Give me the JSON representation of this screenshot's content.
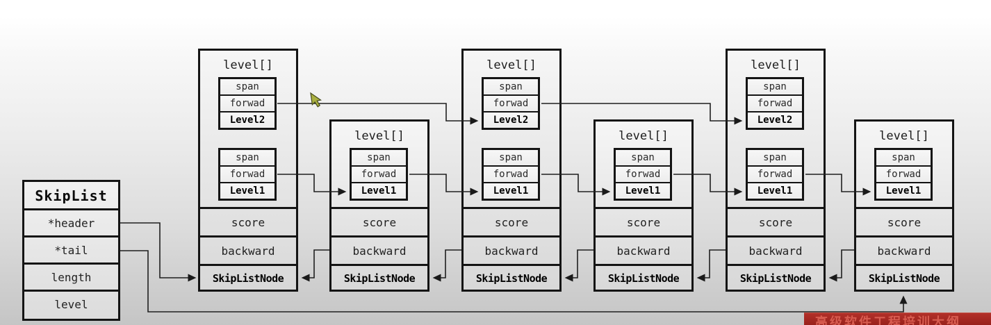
{
  "skiplist": {
    "title": "SkipList",
    "fields": [
      "*header",
      "*tail",
      "length",
      "level"
    ]
  },
  "nodes": [
    {
      "title": "level[]",
      "level2": [
        "span",
        "forwad",
        "Level2"
      ],
      "level1": [
        "span",
        "forwad",
        "Level1"
      ],
      "cells": [
        "score",
        "backward",
        "SkipListNode"
      ]
    },
    {
      "title": "level[]",
      "level1": [
        "span",
        "forwad",
        "Level1"
      ],
      "cells": [
        "score",
        "backward",
        "SkipListNode"
      ]
    },
    {
      "title": "level[]",
      "level2": [
        "span",
        "forwad",
        "Level2"
      ],
      "level1": [
        "span",
        "forwad",
        "Level1"
      ],
      "cells": [
        "score",
        "backward",
        "SkipListNode"
      ]
    },
    {
      "title": "level[]",
      "level1": [
        "span",
        "forwad",
        "Level1"
      ],
      "cells": [
        "score",
        "backward",
        "SkipListNode"
      ]
    },
    {
      "title": "level[]",
      "level2": [
        "span",
        "forwad",
        "Level2"
      ],
      "level1": [
        "span",
        "forwad",
        "Level1"
      ],
      "cells": [
        "score",
        "backward",
        "SkipListNode"
      ]
    },
    {
      "title": "level[]",
      "level1": [
        "span",
        "forwad",
        "Level1"
      ],
      "cells": [
        "score",
        "backward",
        "SkipListNode"
      ]
    }
  ],
  "banner": {
    "text": "高级软件工程培训大纲"
  },
  "colors": {
    "line": "#1f1f1f",
    "banner_bg": "#9a1f1b",
    "banner_text": "#d85c50",
    "cursor": "#aab040"
  }
}
